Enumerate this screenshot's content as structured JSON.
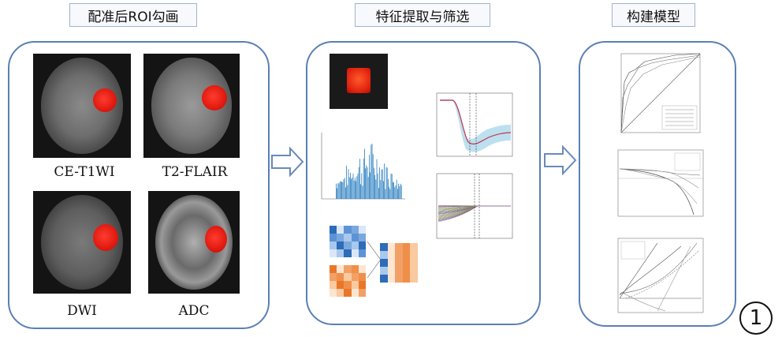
{
  "titles": {
    "step1": "配准后ROI勾画",
    "step2": "特征提取与筛选",
    "step3": "构建模型"
  },
  "sequences": {
    "ce_t1wi": "CE-T1WI",
    "t2_flair": "T2-FLAIR",
    "dwi": "DWI",
    "adc": "ADC"
  },
  "badge": "1",
  "colors": {
    "panel_border": "#5a7fb5",
    "lesion": "#e01a10",
    "feature_bars": "#2a7fc0",
    "heatmap_blue": "#3f7fc8",
    "heatmap_orange": "#ee8a45",
    "cv_curve": "#c8344a",
    "cv_band": "#9fd3e8"
  },
  "icons": [
    "right-arrow-icon",
    "circled-number-icon"
  ]
}
